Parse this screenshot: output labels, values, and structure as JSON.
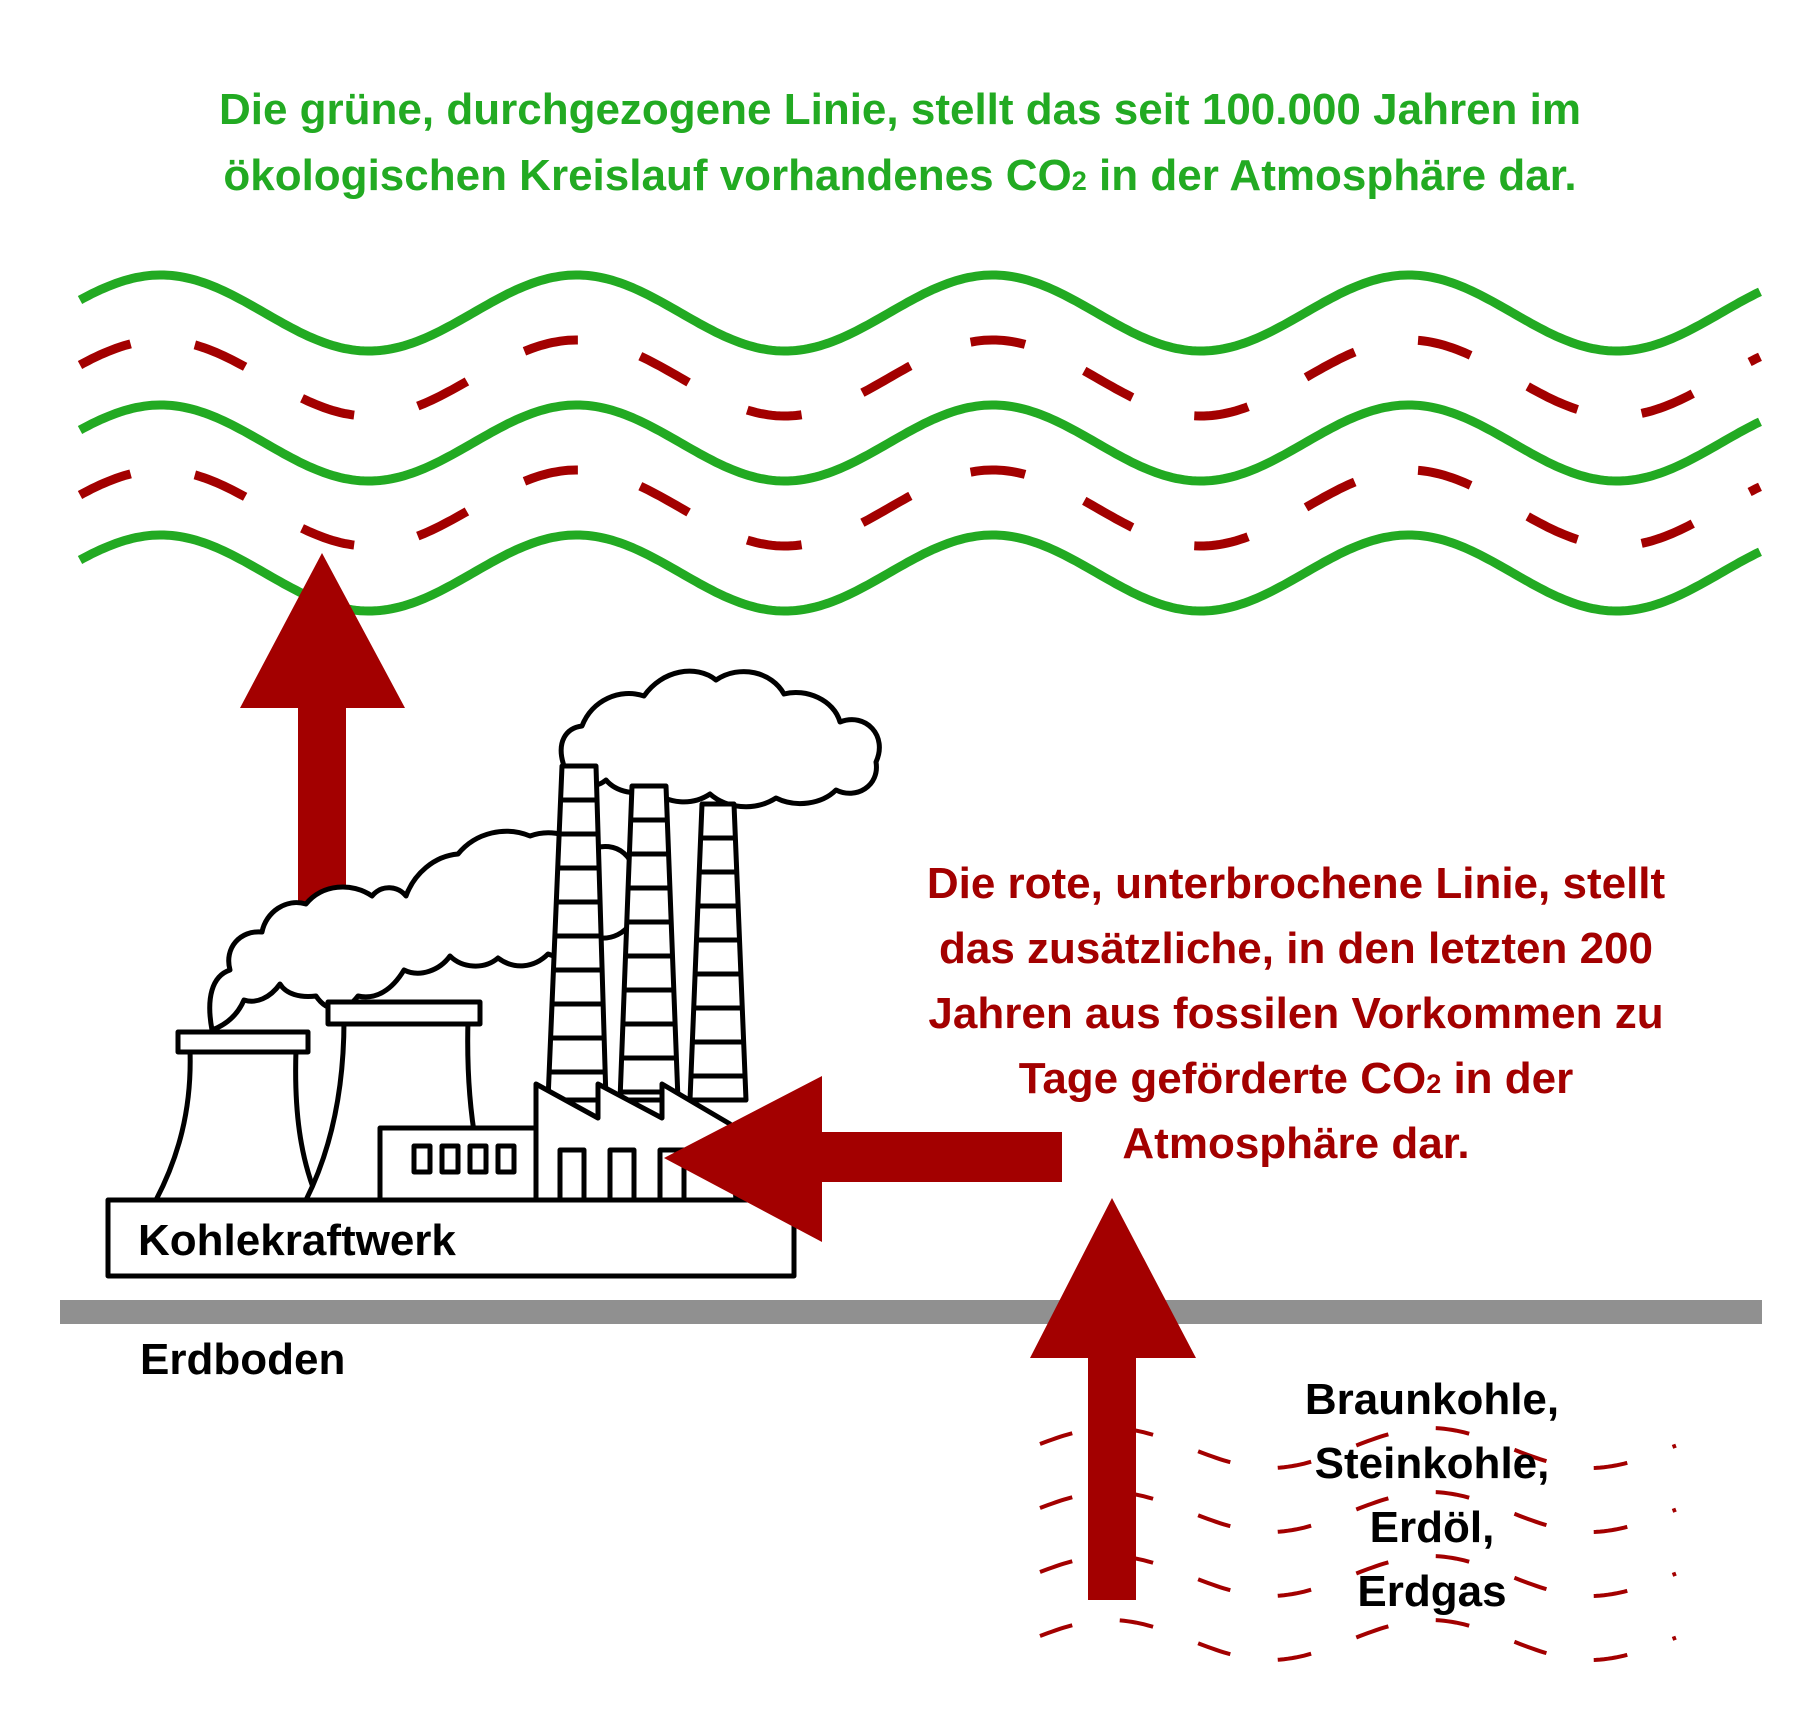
{
  "top_caption": {
    "line1": "Die grüne, durchgezogene Linie, stellt das seit 100.000 Jahren im",
    "line2_pre": "ökologischen Kreislauf vorhandenes CO",
    "line2_sub": "2",
    "line2_post": " in der Atmosphäre dar."
  },
  "right_caption": {
    "line1": "Die rote, unterbrochene Linie, stellt",
    "line2": "das zusätzliche, in den letzten 200",
    "line3": "Jahren aus fossilen Vorkommen zu",
    "line4_pre": "Tage geförderte CO",
    "line4_sub": "2",
    "line4_post": " in der",
    "line5": "Atmosphäre dar."
  },
  "labels": {
    "power_plant": "Kohlekraftwerk",
    "ground": "Erdboden"
  },
  "fossil_fuels": [
    "Braunkohle,",
    "Steinkohle,",
    "Erdöl,",
    "Erdgas"
  ],
  "colors": {
    "green": "#22aa22",
    "red": "#a30000",
    "ground": "#909090",
    "outline": "#000000"
  }
}
